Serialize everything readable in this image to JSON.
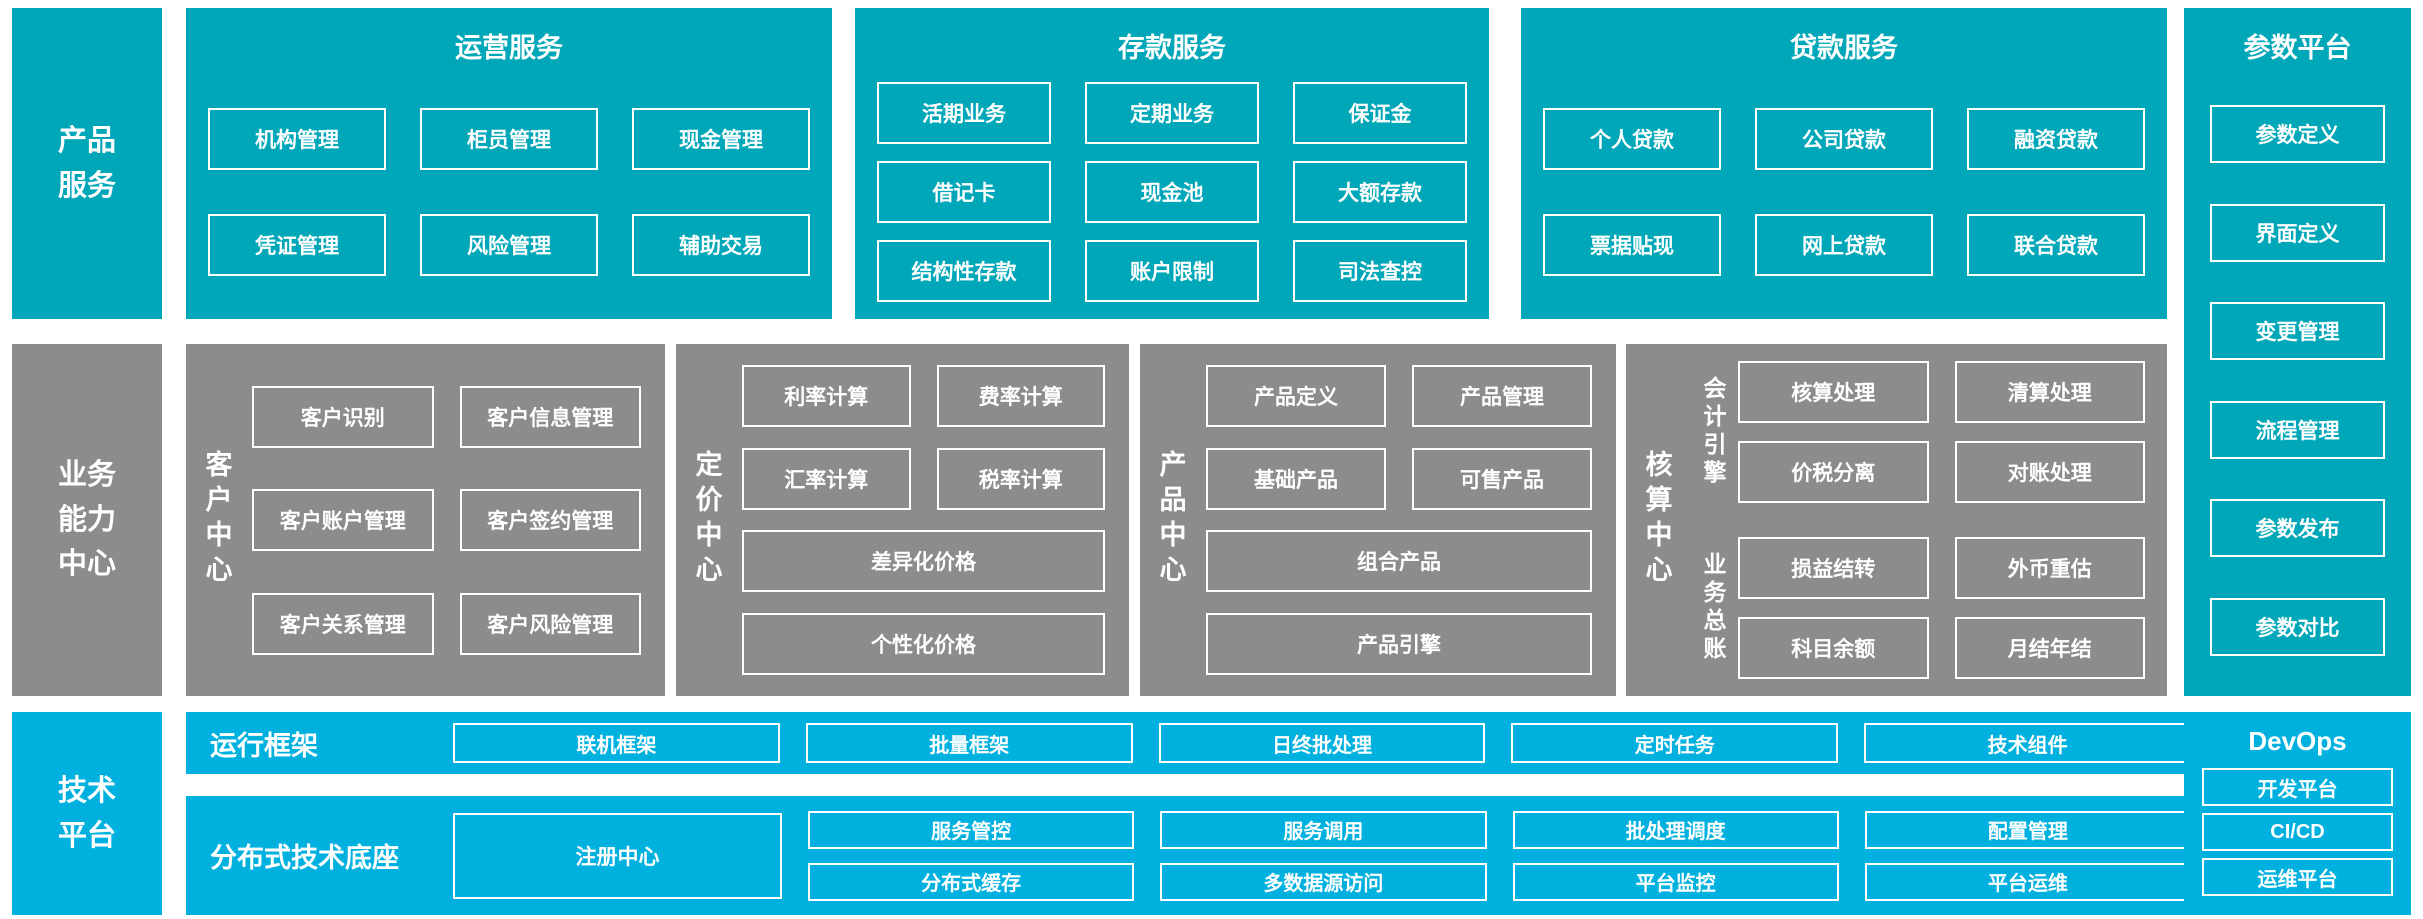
{
  "colors": {
    "teal": "#00a7b9",
    "gray": "#8c8c8c",
    "blue": "#00b1e0"
  },
  "product_row": {
    "side_label": "产品服务",
    "operations": {
      "title": "运营服务",
      "items": [
        "机构管理",
        "柜员管理",
        "现金管理",
        "凭证管理",
        "风险管理",
        "辅助交易"
      ]
    },
    "deposits": {
      "title": "存款服务",
      "items": [
        "活期业务",
        "定期业务",
        "保证金",
        "借记卡",
        "现金池",
        "大额存款",
        "结构性存款",
        "账户限制",
        "司法查控"
      ]
    },
    "loans": {
      "title": "贷款服务",
      "items": [
        "个人贷款",
        "公司贷款",
        "融资贷款",
        "票据贴现",
        "网上贷款",
        "联合贷款"
      ]
    }
  },
  "param_platform": {
    "title": "参数平台",
    "items": [
      "参数定义",
      "界面定义",
      "变更管理",
      "流程管理",
      "参数发布",
      "参数对比"
    ]
  },
  "business_row": {
    "side_label": "业务能力中心",
    "customer_center": {
      "label": "客户中心",
      "items": [
        "客户识别",
        "客户信息管理",
        "客户账户管理",
        "客户签约管理",
        "客户关系管理",
        "客户风险管理"
      ]
    },
    "pricing_center": {
      "label": "定价中心",
      "items": [
        "利率计算",
        "费率计算",
        "汇率计算",
        "税率计算"
      ],
      "wide_items": [
        "差异化价格",
        "个性化价格"
      ]
    },
    "product_center": {
      "label": "产品中心",
      "items": [
        "产品定义",
        "产品管理",
        "基础产品",
        "可售产品"
      ],
      "wide_items": [
        "组合产品",
        "产品引擎"
      ]
    },
    "accounting_center": {
      "label": "核算中心",
      "groups": [
        {
          "label": "会计引擎",
          "items": [
            "核算处理",
            "清算处理",
            "价税分离",
            "对账处理"
          ]
        },
        {
          "label": "业务总账",
          "items": [
            "损益结转",
            "外币重估",
            "科目余额",
            "月结年结"
          ]
        }
      ]
    }
  },
  "tech_row": {
    "side_label": "技术平台",
    "runtime": {
      "label": "运行框架",
      "items": [
        "联机框架",
        "批量框架",
        "日终批处理",
        "定时任务",
        "技术组件"
      ]
    },
    "distributed": {
      "label": "分布式技术底座",
      "registry": "注册中心",
      "row1": [
        "服务管控",
        "服务调用",
        "批处理调度",
        "配置管理"
      ],
      "row2": [
        "分布式缓存",
        "多数据源访问",
        "平台监控",
        "平台运维"
      ]
    },
    "devops": {
      "title": "DevOps",
      "items": [
        "开发平台",
        "CI/CD",
        "运维平台"
      ]
    }
  }
}
